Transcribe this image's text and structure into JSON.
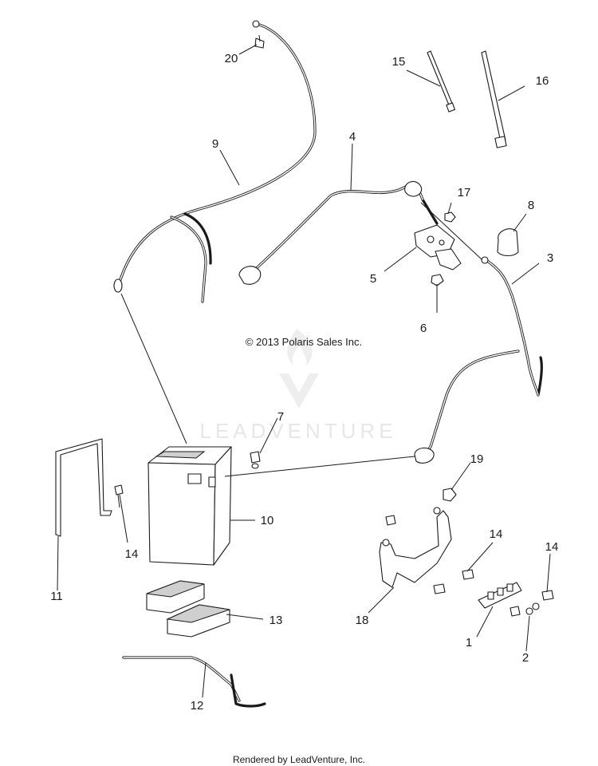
{
  "copyright": "© 2013 Polaris Sales Inc.",
  "watermark": "LEADVENTURE",
  "footer": "Rendered by LeadVenture, Inc.",
  "callouts": {
    "c1": "1",
    "c2": "2",
    "c3": "3",
    "c4": "4",
    "c5": "5",
    "c6": "6",
    "c7": "7",
    "c8": "8",
    "c9": "9",
    "c10": "10",
    "c11": "11",
    "c12": "12",
    "c13": "13",
    "c14a": "14",
    "c14b": "14",
    "c14c": "14",
    "c15": "15",
    "c16": "16",
    "c17": "17",
    "c18": "18",
    "c19": "19",
    "c20": "20"
  }
}
